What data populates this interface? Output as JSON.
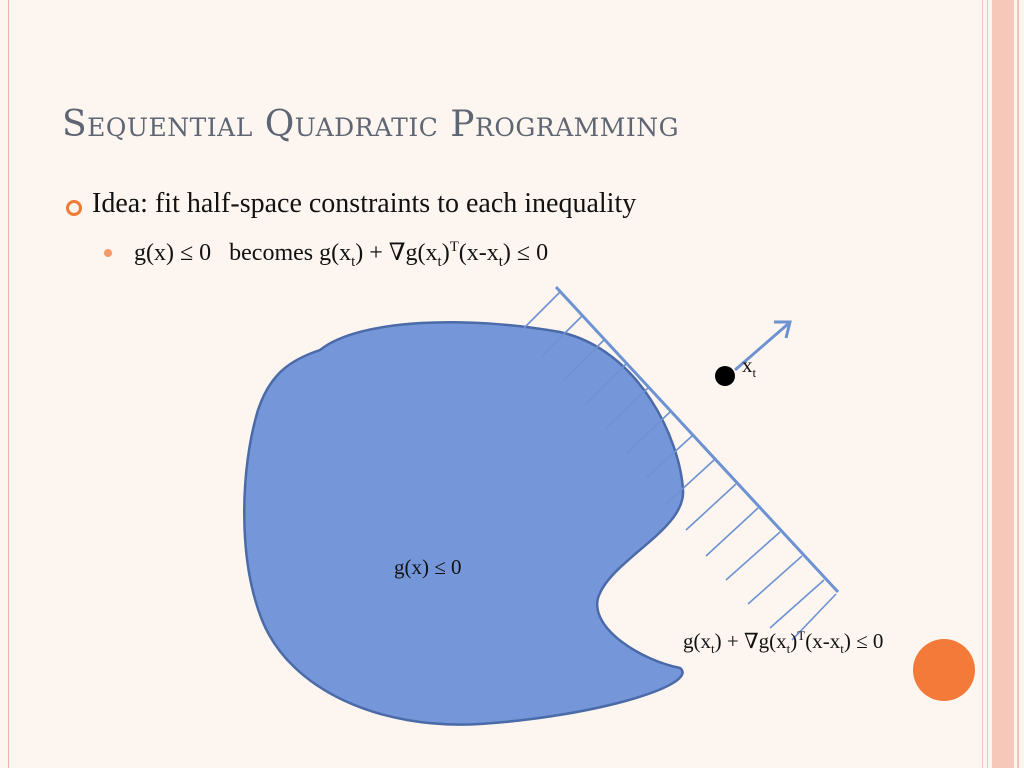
{
  "slide": {
    "title": "Sequential Quadratic Programming",
    "bullet_main": "Idea: fit half-space constraints to each inequality",
    "bullet_sub": {
      "g_of_x": "g(x)",
      "leq_zero": "≤ 0",
      "becomes": "becomes",
      "g": "g(x",
      "t": "t",
      "close_plus_grad": ") + ∇g(x",
      "close": ")",
      "T": "T",
      "x_minus_x": "(x-x",
      "tail": ") ≤ 0"
    }
  },
  "diagram": {
    "region_label": "g(x) ≤ 0",
    "point_label_x": "x",
    "point_label_t": "t",
    "halfspace_label": {
      "g": "g(x",
      "t": "t",
      "close_plus_grad": ") + ∇g(x",
      "close": ")",
      "T": "T",
      "x_minus_x": "(x-x",
      "tail": ") ≤ 0"
    },
    "colors": {
      "region_fill": "#7596d8",
      "region_stroke": "#4a6aa8",
      "line": "#6d92d2",
      "accent": "#f07b35",
      "point": "#000000"
    }
  }
}
